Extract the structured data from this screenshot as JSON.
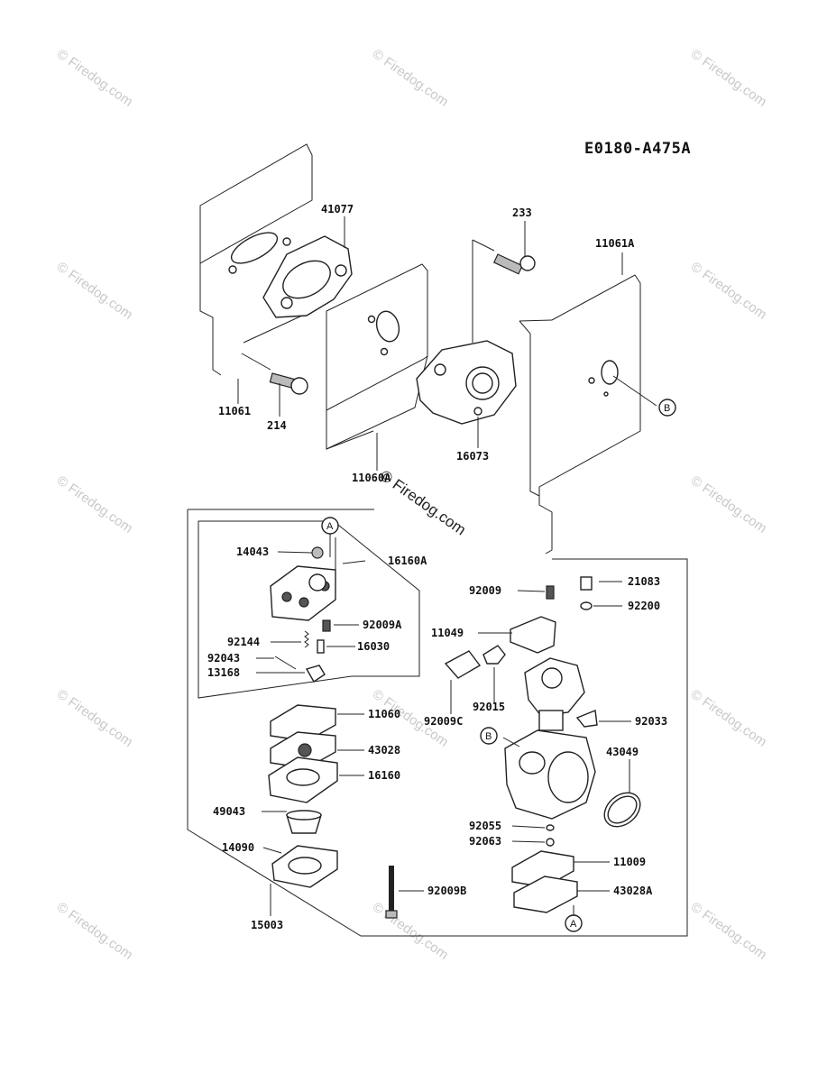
{
  "diagram_code": "E0180-A475A",
  "watermark_text": "© Firedog.com",
  "parts": [
    "41077",
    "233",
    "11061A",
    "11061",
    "214",
    "11060A",
    "16073",
    "14043",
    "16160A",
    "92009",
    "21083",
    "92200",
    "92009A",
    "11049",
    "92144",
    "16030",
    "92043",
    "13168",
    "92015",
    "92009C",
    "92033",
    "11060",
    "43028",
    "16160",
    "43049",
    "49043",
    "92055",
    "92063",
    "14090",
    "11009",
    "92009B",
    "43028A",
    "15003"
  ],
  "callouts": [
    "A",
    "B",
    "A",
    "B"
  ]
}
